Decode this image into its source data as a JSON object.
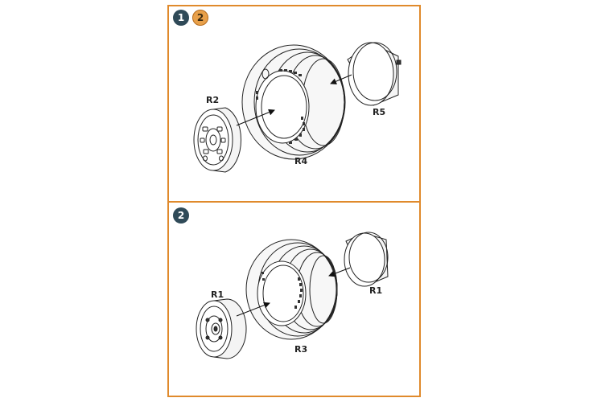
{
  "steps": [
    {
      "step_badge": "1",
      "ref_badge": "2",
      "parts": {
        "hub": "R2",
        "tire": "R4",
        "cap": "R5"
      }
    },
    {
      "step_badge": "2",
      "parts": {
        "hub": "R1",
        "tire": "R3",
        "cap": "R1"
      }
    }
  ],
  "colors": {
    "frame": "#e08a2c",
    "badge_dark": "#2f4a58",
    "badge_ref": "#e8a04a"
  }
}
